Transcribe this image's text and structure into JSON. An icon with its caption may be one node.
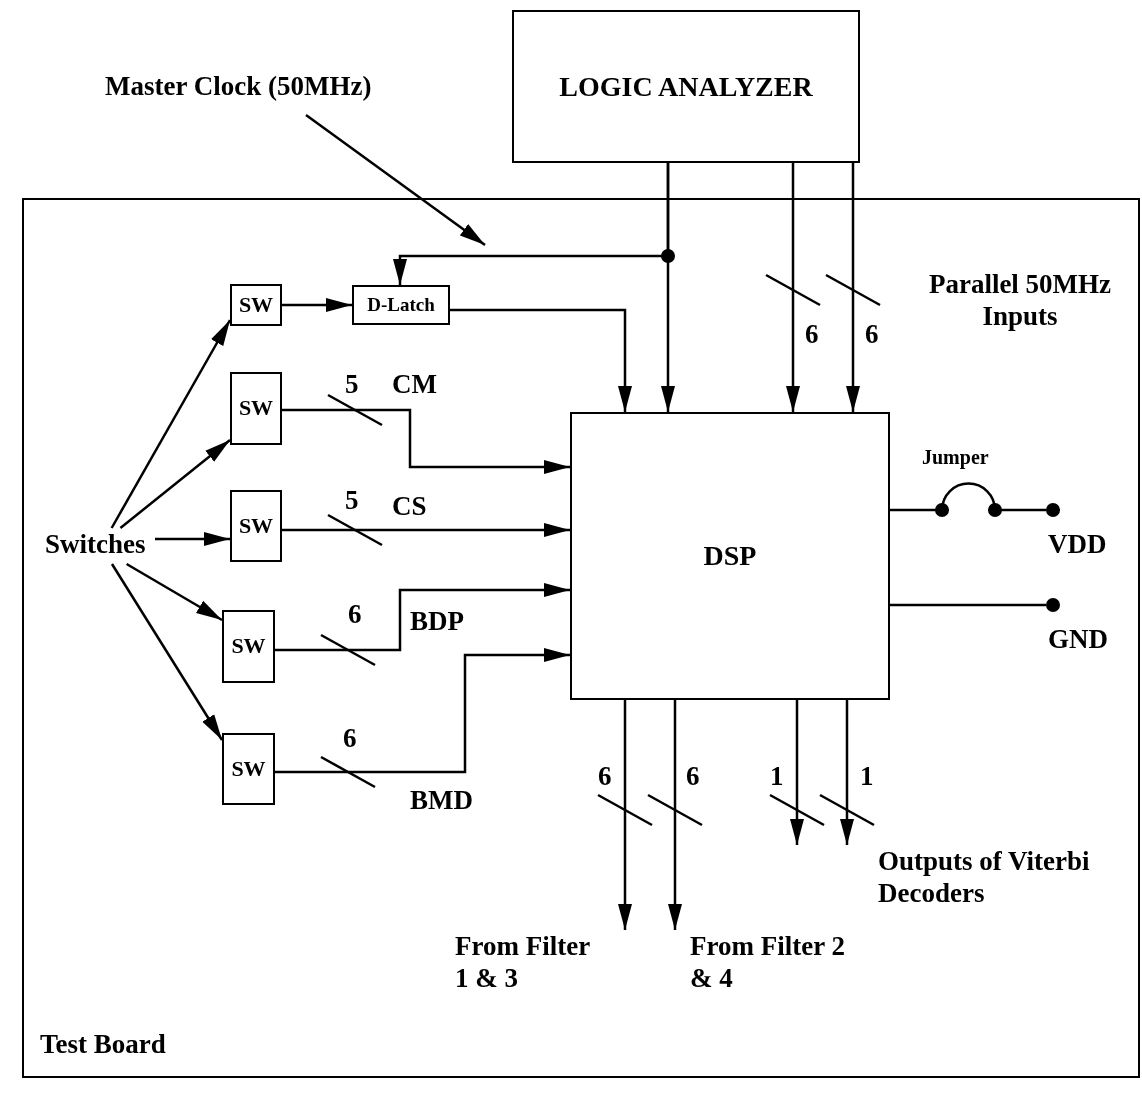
{
  "diagram": {
    "nodes": [
      {
        "text": [
          "Test Board"
        ]
      },
      {
        "text": [
          "LOGIC ANALYZER"
        ]
      },
      {
        "text": [
          "Master Clock (50MHz)"
        ]
      },
      {
        "text": [
          "Switches"
        ],
        "in": 0
      },
      {
        "text": [
          "SW"
        ],
        "in": 0
      },
      {
        "text": [
          "D-Latch"
        ],
        "in": 0
      },
      {
        "text": [
          "SW"
        ],
        "in": 0
      },
      {
        "text": [
          "SW"
        ],
        "in": 0
      },
      {
        "text": [
          "SW"
        ],
        "in": 0
      },
      {
        "text": [
          "SW"
        ],
        "in": 0
      },
      {
        "text": [
          "DSP"
        ],
        "in": 0
      },
      {
        "text": [],
        "shape": "circle",
        "in": 0
      },
      {
        "text": [],
        "shape": "circle",
        "in": 0
      },
      {
        "text": [
          "From Filter 1 & 3"
        ],
        "in": 0
      },
      {
        "text": [
          "From Filter 2 & 4"
        ],
        "in": 0
      },
      {
        "text": [
          "Outputs of Viterbi Decoders"
        ],
        "in": 0
      }
    ],
    "edges": [
      {
        "from": 3,
        "to": 4,
        "arrow": "to"
      },
      {
        "from": 3,
        "to": 6,
        "arrow": "to"
      },
      {
        "from": 3,
        "to": 7,
        "arrow": "to"
      },
      {
        "from": 3,
        "to": 8,
        "arrow": "to"
      },
      {
        "from": 3,
        "to": 9,
        "arrow": "to"
      },
      {
        "from": 4,
        "to": 5,
        "arrow": "to"
      },
      {
        "from": 5,
        "to": 10,
        "arrow": "to"
      },
      {
        "from": 6,
        "to": 10,
        "arrow": "to",
        "label": "CM"
      },
      {
        "from": 7,
        "to": 10,
        "arrow": "to",
        "label": "CS"
      },
      {
        "from": 8,
        "to": 10,
        "arrow": "to",
        "label": "BDP"
      },
      {
        "from": 9,
        "to": 10,
        "arrow": "to",
        "label": "BMD"
      },
      {
        "from": 1,
        "to": 10,
        "arrow": "to"
      },
      {
        "from": 1,
        "to": 5,
        "arrow": "to"
      },
      {
        "from": 1,
        "to": 10,
        "arrow": "to"
      },
      {
        "from": 1,
        "to": 10,
        "arrow": "to"
      },
      {
        "from": 2,
        "to": null,
        "arrow": "to"
      },
      {
        "from": 10,
        "to": 11,
        "arrow": "none",
        "label": "Jumper"
      },
      {
        "from": 10,
        "to": 12,
        "arrow": "none"
      },
      {
        "from": 10,
        "to": 13,
        "arrow": "to"
      },
      {
        "from": 10,
        "to": 14,
        "arrow": "to"
      },
      {
        "from": 10,
        "to": 15,
        "arrow": "to"
      },
      {
        "from": 10,
        "to": 15,
        "arrow": "to"
      }
    ],
    "labels": [
      "Parallel 50MHz Inputs",
      "6",
      "6",
      "5",
      "5",
      "VDD",
      "6",
      "GND",
      "6",
      "6",
      "6",
      "1",
      "1"
    ]
  }
}
